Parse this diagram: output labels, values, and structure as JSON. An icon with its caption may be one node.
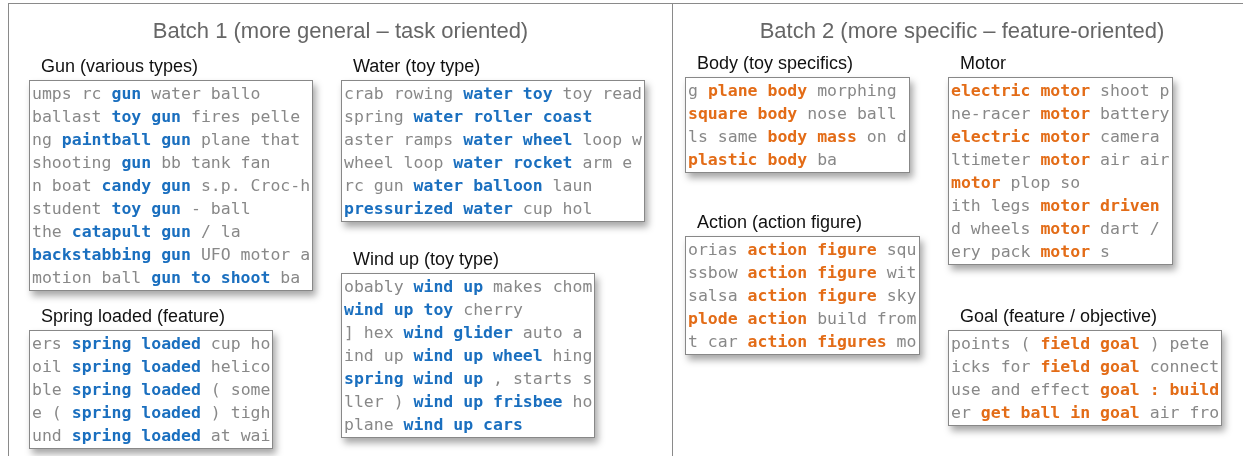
{
  "diagram": {
    "nodes": [
      {
        "text": [
          "Batch 1 (more general – task oriented)"
        ]
      },
      {
        "text": [
          "Gun (various types)",
          "umps rc **gun** water ballo",
          "ballast **toy gun** fires pelle",
          "ng **paintball gun** plane that",
          "shooting **gun** bb tank fan",
          "n boat **candy gun** s.p. Croc-h",
          "student **toy gun** - ball",
          "the **catapult gun** / la",
          "**backstabbing gun** UFO motor a",
          "motion ball **gun to shoot** ba"
        ],
        "in": 0
      },
      {
        "text": [
          "Water (toy type)",
          "crab rowing **water toy** toy read",
          "spring **water roller coast**",
          "aster ramps **water wheel** loop w",
          "wheel loop **water rocket** arm e",
          "rc gun **water balloon** laun",
          "**pressurized water** cup hol"
        ],
        "in": 0
      },
      {
        "text": [
          "Wind up (toy type)",
          "obably **wind up** makes chom",
          "**wind up toy** cherry",
          "] hex **wind glider** auto a",
          "ind up **wind up wheel** hing",
          "**spring wind up** , starts s",
          "ller ) **wind up frisbee** ho",
          "plane **wind up cars**"
        ],
        "in": 0
      },
      {
        "text": [
          "Spring loaded (feature)",
          "ers **spring loaded** cup ho",
          "oil **spring loaded** helico",
          "ble **spring loaded** ( some",
          "e ( **spring loaded** ) tigh",
          "und **spring loaded** at wai"
        ],
        "in": 0
      },
      {
        "text": [
          "Batch 2 (more specific – feature-oriented)"
        ]
      },
      {
        "text": [
          "Body (toy specifics)",
          "g **plane body** morphing",
          "**square body** nose ball",
          "ls same **body mass** on d",
          "**plastic body** ba"
        ],
        "in": 5
      },
      {
        "text": [
          "Motor",
          "**electric motor** shoot p",
          "ne-racer **motor** battery",
          "**electric motor** camera",
          "ltimeter **motor** air air",
          "**motor** plop so",
          "ith legs **motor driven**",
          "d wheels **motor** dart /",
          "ery pack **motor** s"
        ],
        "in": 5
      },
      {
        "text": [
          "Action (action figure)",
          "orias **action figure** squ",
          "ssbow **action figure** wit",
          "salsa **action figure** sky",
          "**plode action** build from",
          "t car **action figures** mo"
        ],
        "in": 5
      },
      {
        "text": [
          "Goal (feature / objective)",
          "points ( **field goal** ) pete",
          "icks for **field goal** connect",
          "use and effect **goal : build**",
          "er **get ball in goal** air fro"
        ],
        "in": 5
      }
    ]
  }
}
